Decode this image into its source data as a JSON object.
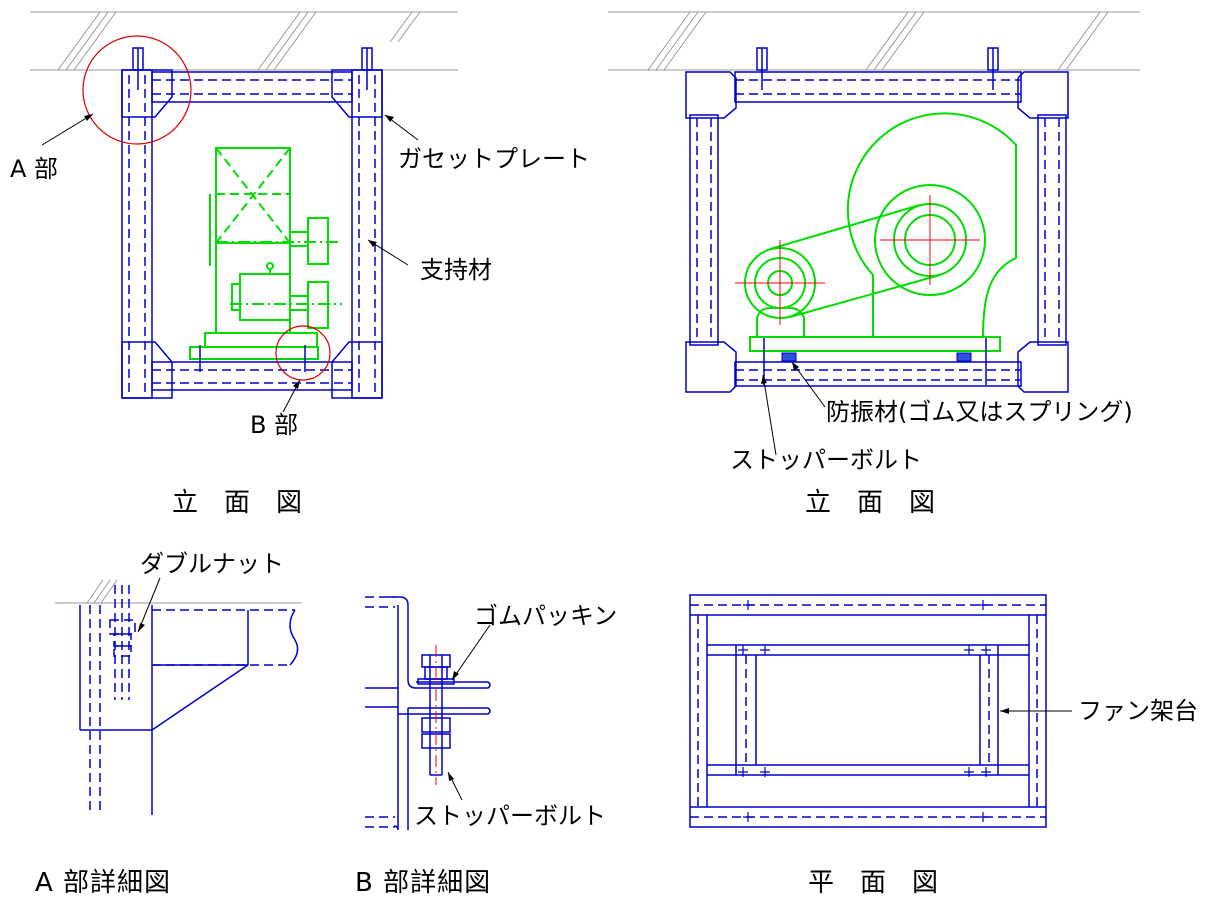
{
  "labels": {
    "a_part": "A 部",
    "gusset_plate": "ガセットプレート",
    "support_member": "支持材",
    "b_part": "B 部",
    "anti_vibration": "防振材(ゴム又はスプリング)",
    "stopper_bolt_right": "ストッパーボルト",
    "double_nut": "ダブルナット",
    "rubber_packing": "ゴムパッキン",
    "stopper_bolt_detail": "ストッパーボルト",
    "fan_stand": "ファン架台"
  },
  "captions": {
    "elevation_left": "立面図",
    "elevation_right": "立面図",
    "detail_a": "A 部詳細図",
    "detail_b": "B 部詳細図",
    "plan": "平面図"
  },
  "colors": {
    "structure": "#0000cc",
    "equipment": "#00dd00",
    "centerline": "#ff0000",
    "highlight_circle": "#dd0000",
    "ceiling": "#999999",
    "text": "#000000"
  }
}
